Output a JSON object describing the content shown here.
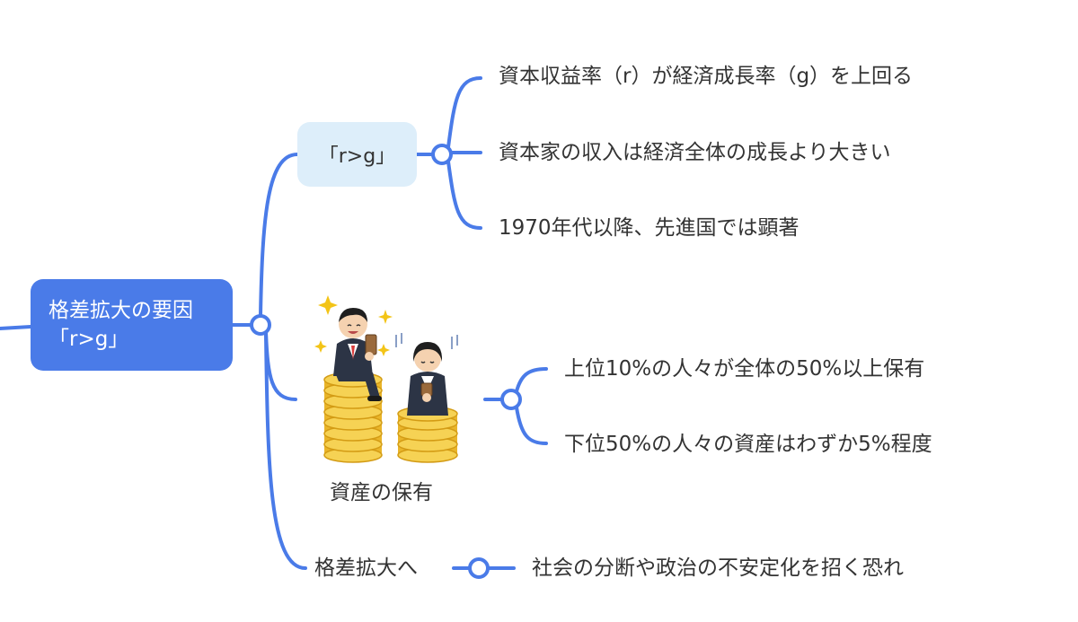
{
  "colors": {
    "accent": "#4a7be8",
    "pill_bg": "#ddeefa",
    "text": "#333333"
  },
  "root": {
    "line1": "格差拡大の要因",
    "line2": "「r>g」"
  },
  "rg": {
    "label": "「r>g」",
    "items": [
      "資本収益率（r）が経済成長率（g）を上回る",
      "資本家の収入は経済全体の成長より大きい",
      "1970年代以降、先進国では顕著"
    ]
  },
  "assets": {
    "label": "資産の保有",
    "image": "businesspeople-on-coin-stacks",
    "items": [
      "上位10%の人々が全体の50%以上保有",
      "下位50%の人々の資産はわずか5%程度"
    ]
  },
  "widening": {
    "label": "格差拡大へ",
    "item": "社会の分断や政治の不安定化を招く恐れ"
  }
}
